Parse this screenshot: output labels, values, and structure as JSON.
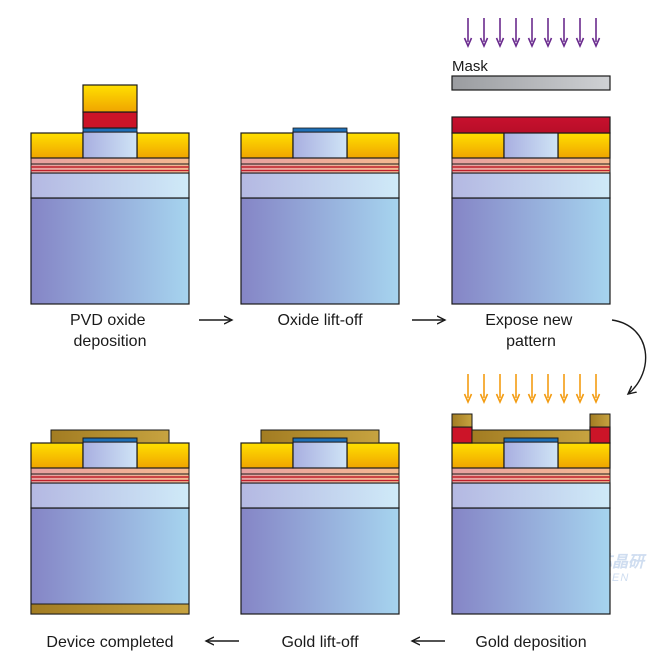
{
  "steps": [
    {
      "label_lines": [
        "PVD oxide",
        "deposition"
      ]
    },
    {
      "label_lines": [
        "Oxide lift-off"
      ]
    },
    {
      "label_lines": [
        "Expose new",
        "pattern"
      ]
    },
    {
      "label_lines": [
        "Gold deposition"
      ]
    },
    {
      "label_lines": [
        "Gold lift-off"
      ]
    },
    {
      "label_lines": [
        "Device completed"
      ]
    }
  ],
  "mask_label": "Mask",
  "watermark": {
    "cn": "厦门中芯晶研",
    "en": "CSW-XIAMEN"
  },
  "colors": {
    "substrate_dark": "#8888c8",
    "substrate_light": "#a4d2ee",
    "buffer_light": "#c8e6f6",
    "stripe_pink": "#eea494",
    "stripe_red": "#d02a2a",
    "oxide_yellow": "#ffd200",
    "oxide_orange": "#f2a800",
    "ridge_light": "#b8cdee",
    "ridge_top": "#1e6fb6",
    "photoresist": "#c8102e",
    "gold": "#b08a2a",
    "mask_gray": "#a6a8ac",
    "uv_arrow": "#6a2b8e",
    "gold_arrow": "#f39c12"
  }
}
